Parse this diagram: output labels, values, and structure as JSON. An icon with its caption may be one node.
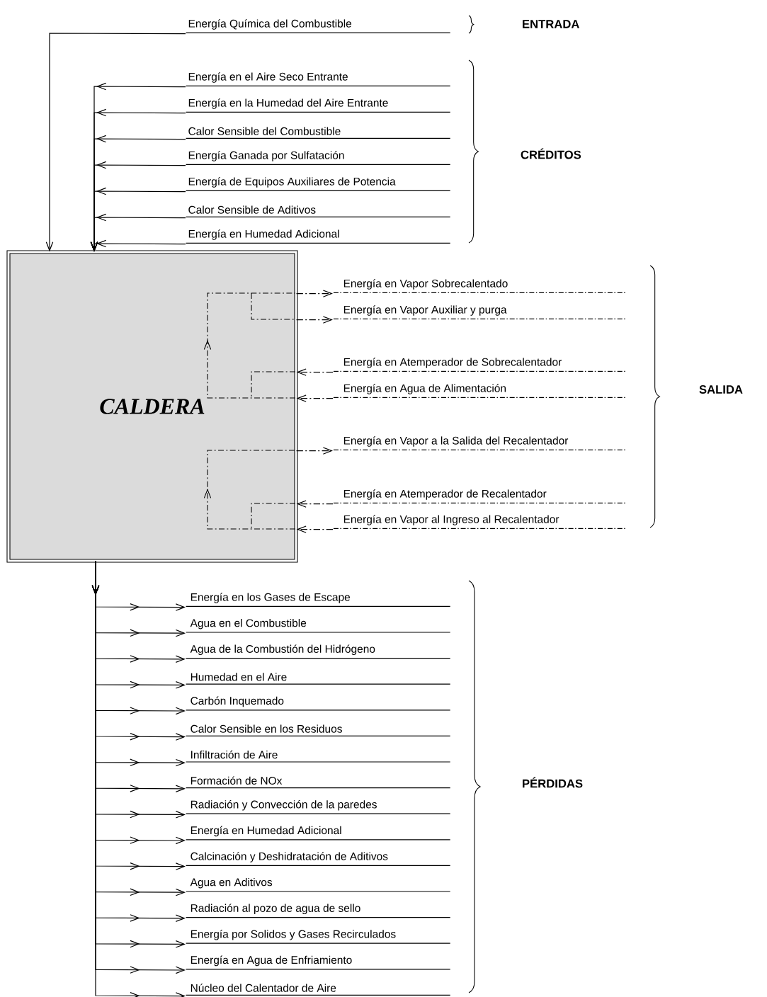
{
  "diagram": {
    "nodes": [
      {
        "text": [
          "CALDERA"
        ]
      },
      {
        "text": [
          "Energía Química del Combustible"
        ]
      },
      {
        "text": [
          "Energía en el Aire Seco Entrante"
        ]
      },
      {
        "text": [
          "Energía en la Humedad del Aire Entrante"
        ]
      },
      {
        "text": [
          "Calor Sensible del Combustible"
        ]
      },
      {
        "text": [
          "Energía Ganada por Sulfatación"
        ]
      },
      {
        "text": [
          "Energía de Equipos Auxiliares de Potencia"
        ]
      },
      {
        "text": [
          "Calor Sensible de Aditivos"
        ]
      },
      {
        "text": [
          "Energía en Humedad Adicional"
        ]
      },
      {
        "text": [
          "Energía en Vapor Sobrecalentado"
        ]
      },
      {
        "text": [
          "Energía en Vapor Auxiliar y purga"
        ]
      },
      {
        "text": [
          "Energía en Atemperador de Sobrecalentador"
        ]
      },
      {
        "text": [
          "Energía en Agua de Alimentación"
        ]
      },
      {
        "text": [
          "Energía en Vapor a la Salida del Recalentador"
        ]
      },
      {
        "text": [
          "Energía en Atemperador de Recalentador"
        ]
      },
      {
        "text": [
          "Energía en Vapor al Ingreso al Recalentador"
        ]
      },
      {
        "text": [
          "Energía en los Gases de Escape"
        ]
      },
      {
        "text": [
          "Agua en el Combustible"
        ]
      },
      {
        "text": [
          "Agua de la Combustión del Hidrógeno"
        ]
      },
      {
        "text": [
          "Humedad en el Aire"
        ]
      },
      {
        "text": [
          "Carbón Inquemado"
        ]
      },
      {
        "text": [
          "Calor Sensible en los Residuos"
        ]
      },
      {
        "text": [
          "Infiltración de Aire"
        ]
      },
      {
        "text": [
          "Formación de NOx"
        ]
      },
      {
        "text": [
          "Radiación y Convección de la paredes"
        ]
      },
      {
        "text": [
          "Energía en Humedad Adicional"
        ]
      },
      {
        "text": [
          "Calcinación y Deshidratación de Aditivos"
        ]
      },
      {
        "text": [
          "Agua en Aditivos"
        ]
      },
      {
        "text": [
          "Radiación al pozo de agua de sello"
        ]
      },
      {
        "text": [
          "Energía por Solidos y Gases Recirculados"
        ]
      },
      {
        "text": [
          "Energía en Agua de Enfriamiento"
        ]
      },
      {
        "text": [
          "Núcleo del Calentador de Aire"
        ]
      }
    ],
    "edges": [
      {
        "from": 1,
        "to": 0,
        "arrow": "to"
      },
      {
        "from": 2,
        "to": 0,
        "arrow": "to"
      },
      {
        "from": 3,
        "to": 0,
        "arrow": "to"
      },
      {
        "from": 4,
        "to": 0,
        "arrow": "to"
      },
      {
        "from": 5,
        "to": 0,
        "arrow": "to"
      },
      {
        "from": 6,
        "to": 0,
        "arrow": "to"
      },
      {
        "from": 7,
        "to": 0,
        "arrow": "to"
      },
      {
        "from": 8,
        "to": 0,
        "arrow": "to"
      },
      {
        "from": 0,
        "to": 9,
        "arrow": "to",
        "style": "dashed"
      },
      {
        "from": 0,
        "to": 10,
        "arrow": "to",
        "style": "dashed"
      },
      {
        "from": 11,
        "to": 0,
        "arrow": "to",
        "style": "dashed"
      },
      {
        "from": 12,
        "to": 0,
        "arrow": "to",
        "style": "dashed"
      },
      {
        "from": 0,
        "to": 13,
        "arrow": "to",
        "style": "dashed"
      },
      {
        "from": 14,
        "to": 0,
        "arrow": "to",
        "style": "dashed"
      },
      {
        "from": 15,
        "to": 0,
        "arrow": "to",
        "style": "dashed"
      },
      {
        "from": 0,
        "to": 16,
        "arrow": "to"
      },
      {
        "from": 0,
        "to": 17,
        "arrow": "to"
      },
      {
        "from": 0,
        "to": 18,
        "arrow": "to"
      },
      {
        "from": 0,
        "to": 19,
        "arrow": "to"
      },
      {
        "from": 0,
        "to": 20,
        "arrow": "to"
      },
      {
        "from": 0,
        "to": 21,
        "arrow": "to"
      },
      {
        "from": 0,
        "to": 22,
        "arrow": "to"
      },
      {
        "from": 0,
        "to": 23,
        "arrow": "to"
      },
      {
        "from": 0,
        "to": 24,
        "arrow": "to"
      },
      {
        "from": 0,
        "to": 25,
        "arrow": "to"
      },
      {
        "from": 0,
        "to": 26,
        "arrow": "to"
      },
      {
        "from": 0,
        "to": 27,
        "arrow": "to"
      },
      {
        "from": 0,
        "to": 28,
        "arrow": "to"
      },
      {
        "from": 0,
        "to": 29,
        "arrow": "to"
      },
      {
        "from": 0,
        "to": 30,
        "arrow": "to"
      },
      {
        "from": 0,
        "to": 31,
        "arrow": "to"
      }
    ],
    "labels": [
      "ENTRADA",
      "CRÉDITOS",
      "SALIDA",
      "PÉRDIDAS"
    ]
  }
}
